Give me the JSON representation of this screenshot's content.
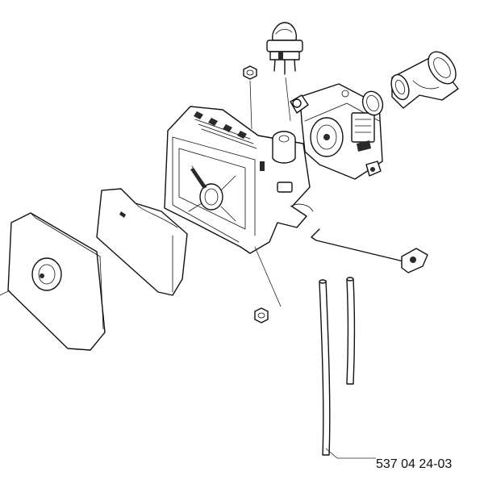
{
  "diagram": {
    "part_number": "537 04 24-03",
    "colors": {
      "line": "#111111",
      "background": "#ffffff",
      "shading": "#2a2a2a"
    },
    "parts": [
      "primer-bulb",
      "nut-upper",
      "carburetor",
      "o-ring",
      "intake-manifold",
      "air-filter-housing",
      "foam-filter",
      "filter-cover",
      "nut-lower",
      "throttle-rod",
      "fuel-hose-long",
      "fuel-hose-short"
    ]
  }
}
